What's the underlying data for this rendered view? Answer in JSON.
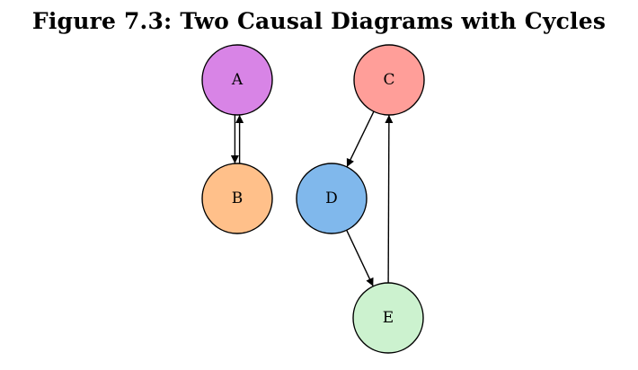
{
  "figure": {
    "title": "Figure 7.3: Two Causal Diagrams with Cycles"
  },
  "diagram": {
    "nodes": [
      {
        "id": "A",
        "label": "A",
        "color": "#d884e6"
      },
      {
        "id": "B",
        "label": "B",
        "color": "#ffc08a"
      },
      {
        "id": "C",
        "label": "C",
        "color": "#ff9e99"
      },
      {
        "id": "D",
        "label": "D",
        "color": "#80b8ec"
      },
      {
        "id": "E",
        "label": "E",
        "color": "#ccf2cf"
      }
    ],
    "edges": [
      {
        "from": "A",
        "to": "B"
      },
      {
        "from": "B",
        "to": "A"
      },
      {
        "from": "C",
        "to": "D"
      },
      {
        "from": "D",
        "to": "E"
      },
      {
        "from": "E",
        "to": "C"
      }
    ]
  }
}
